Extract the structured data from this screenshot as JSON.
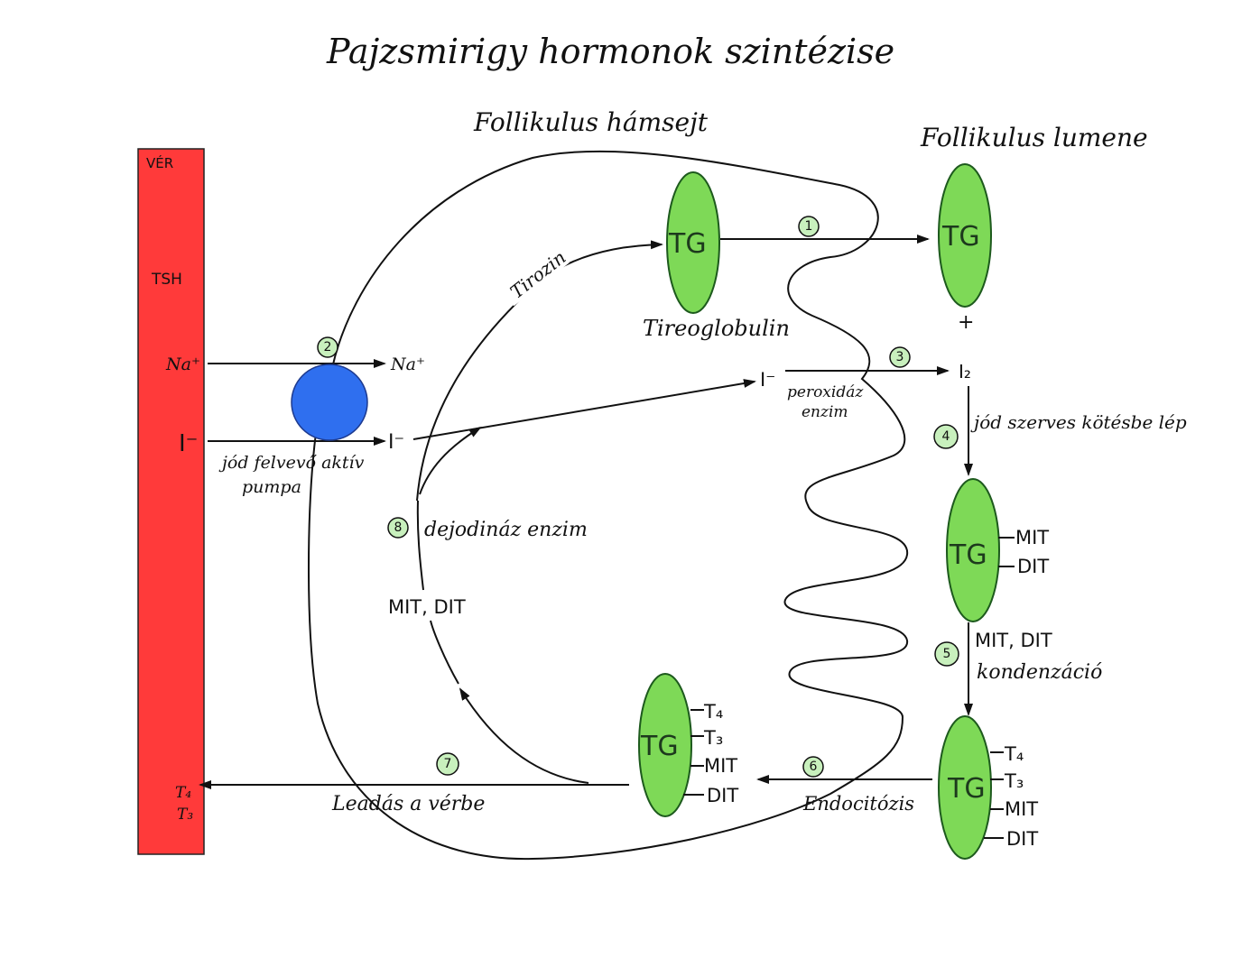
{
  "title": "Pajzsmirigy hormonok szintézise",
  "regions": {
    "follicle_cell": "Follikulus hámsejt",
    "follicle_lumen": "Follikulus lumene"
  },
  "blood": {
    "label": "VÉR",
    "tsh": "TSH",
    "na_in": "Na⁺",
    "iodide_in": "I⁻",
    "t4_out": "T₄",
    "t3_out": "T₃",
    "color": "#ff3a3a"
  },
  "pump": {
    "label_line1": "jód felvevő aktív",
    "label_line2": "pumpa",
    "na_out": "Na⁺",
    "iodide_out": "I⁻",
    "color": "#2f6fef"
  },
  "tg_color": "#7ed957",
  "tg_label": "TG",
  "labels": {
    "tyrosine": "Tirozin",
    "thyroglobulin": "Tireoglobulin",
    "iodide_cell": "I⁻",
    "peroxidase_line1": "peroxidáz",
    "peroxidase_line2": "enzim",
    "iodine": "I₂",
    "plus": "+",
    "organic": "jód szerves kötésbe lép",
    "condense_line1": "MIT, DIT",
    "condense_line2": "kondenzáció",
    "endocytosis": "Endocitózis",
    "release": "Leadás a vérbe",
    "deiodinase": "dejodináz enzim",
    "mit_dit_recycle": "MIT, DIT"
  },
  "tg3_chains": [
    "MIT",
    "DIT"
  ],
  "tg4_chains": [
    "T₄",
    "T₃",
    "MIT",
    "DIT"
  ],
  "tg5_chains": [
    "T₄",
    "T₃",
    "MIT",
    "DIT"
  ],
  "steps": [
    "1",
    "2",
    "3",
    "4",
    "5",
    "6",
    "7",
    "8"
  ]
}
